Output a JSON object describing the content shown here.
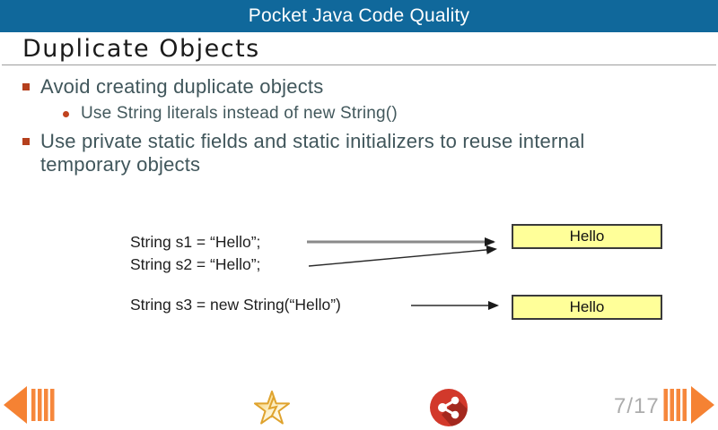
{
  "header": {
    "title": "Pocket Java Code Quality"
  },
  "slide": {
    "title": "Duplicate Objects",
    "bullets": [
      {
        "level": 1,
        "text": "Avoid creating duplicate objects"
      },
      {
        "level": 2,
        "text": "Use String literals instead of new String()"
      },
      {
        "level": 1,
        "text": "Use private static fields and static initializers to reuse internal temporary objects"
      }
    ],
    "diagram": {
      "statements": [
        {
          "code": "String s1 = “Hello”;",
          "points_to": "box-1",
          "arrow_style": "thick-gray"
        },
        {
          "code": "String s2 = “Hello”;",
          "points_to": "box-1",
          "arrow_style": "thin-black-diagonal"
        },
        {
          "code": "String s3 = new String(“Hello”)",
          "points_to": "box-2",
          "arrow_style": "thin-black"
        }
      ],
      "boxes": [
        {
          "id": "box-1",
          "label": "Hello"
        },
        {
          "id": "box-2",
          "label": "Hello"
        }
      ]
    }
  },
  "footer": {
    "page_indicator": "7/17",
    "icons": [
      {
        "name": "fast-backward-icon",
        "meaning": "previous slide",
        "color": "#f58233"
      },
      {
        "name": "star-icon",
        "meaning": "favorite",
        "color": "#dfa32e"
      },
      {
        "name": "share-icon",
        "meaning": "share",
        "color": "#d2392b"
      },
      {
        "name": "fast-forward-icon",
        "meaning": "next slide",
        "color": "#f58233"
      }
    ]
  },
  "colors": {
    "header_bg": "#10689b",
    "header_text": "#ffffff",
    "slide_bg": "#ffffff",
    "title_text": "#1a1a1a",
    "divider": "#9e9e9e",
    "bullet_marker": "#b5401d",
    "bullet_text": "#40565b",
    "code_text": "#1e1e1e",
    "box_fill": "#ffff99",
    "box_border": "#3a3a3a",
    "arrow_gray": "#8a8a8a",
    "arrow_black": "#222222",
    "nav_orange": "#f58233",
    "share_red": "#d2392b",
    "star_gold": "#dfa32e",
    "page_text": "#acacac"
  }
}
